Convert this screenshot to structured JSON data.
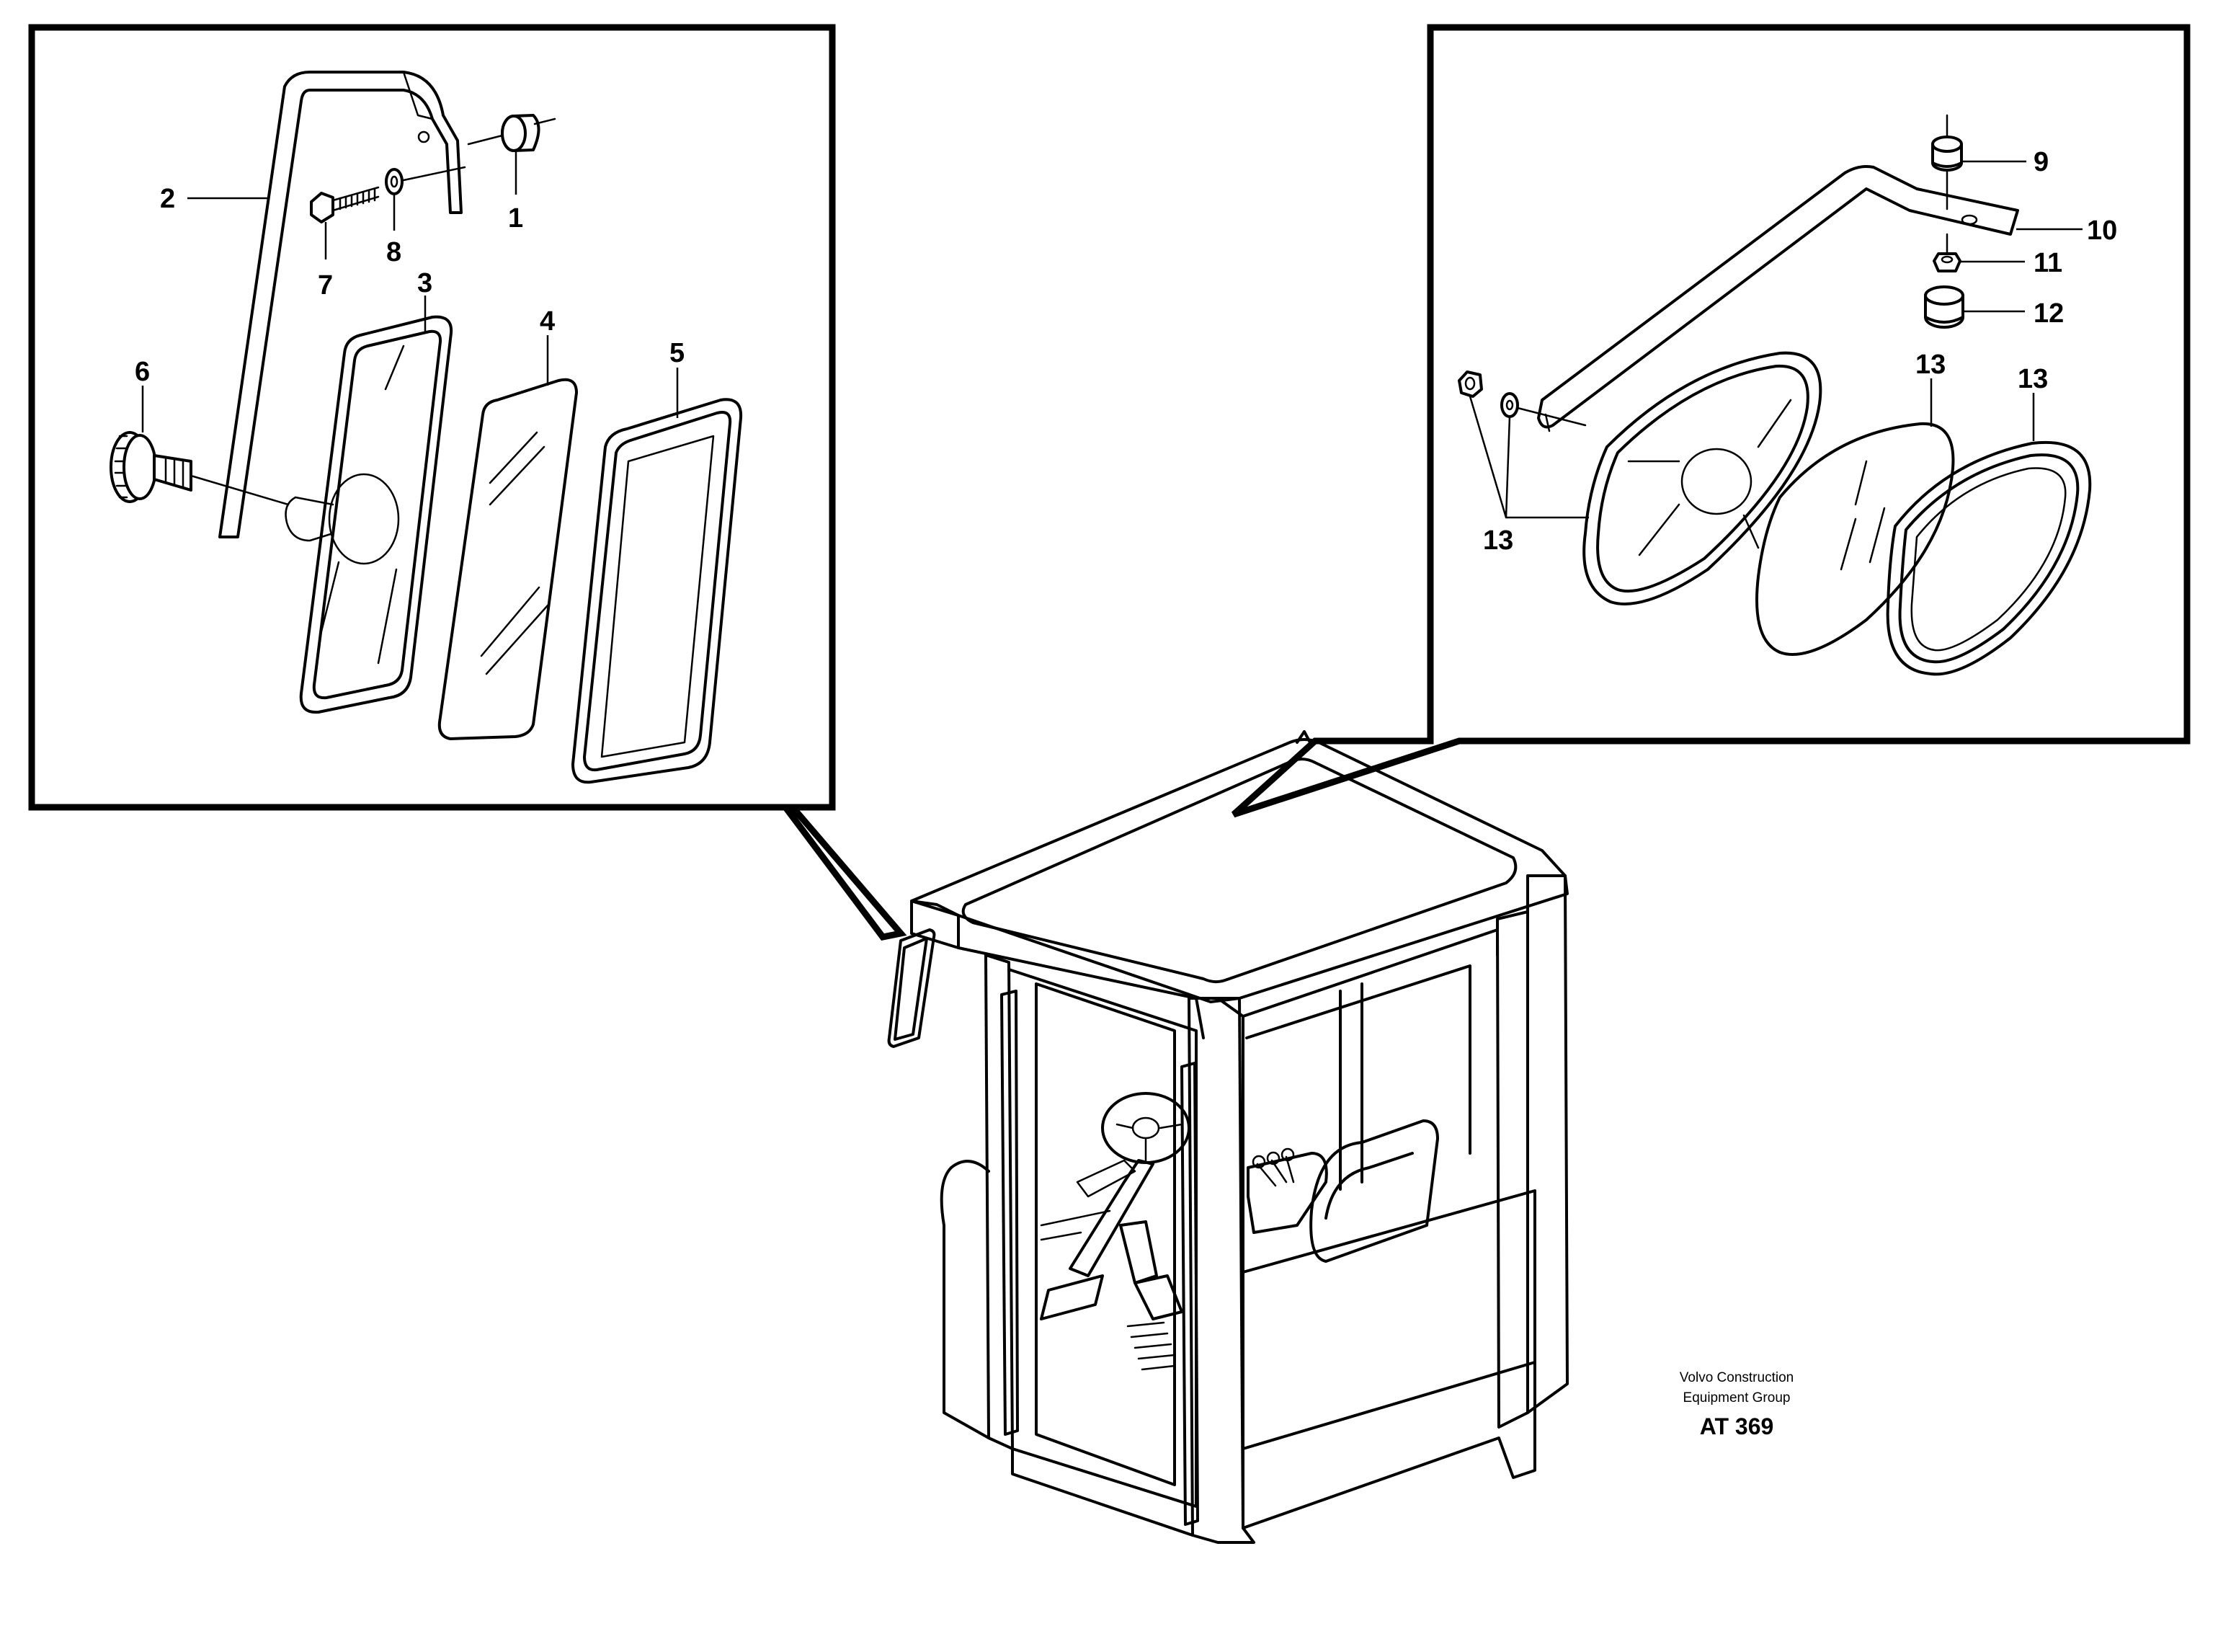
{
  "callouts": {
    "c1": "1",
    "c2": "2",
    "c3": "3",
    "c4": "4",
    "c5": "5",
    "c6": "6",
    "c7": "7",
    "c8": "8",
    "c9": "9",
    "c10": "10",
    "c11": "11",
    "c12": "12",
    "c13a": "13",
    "c13b": "13",
    "c13c": "13"
  },
  "footer": {
    "company_line1": "Volvo Construction",
    "company_line2": "Equipment Group",
    "figure_code": "AT 369"
  }
}
